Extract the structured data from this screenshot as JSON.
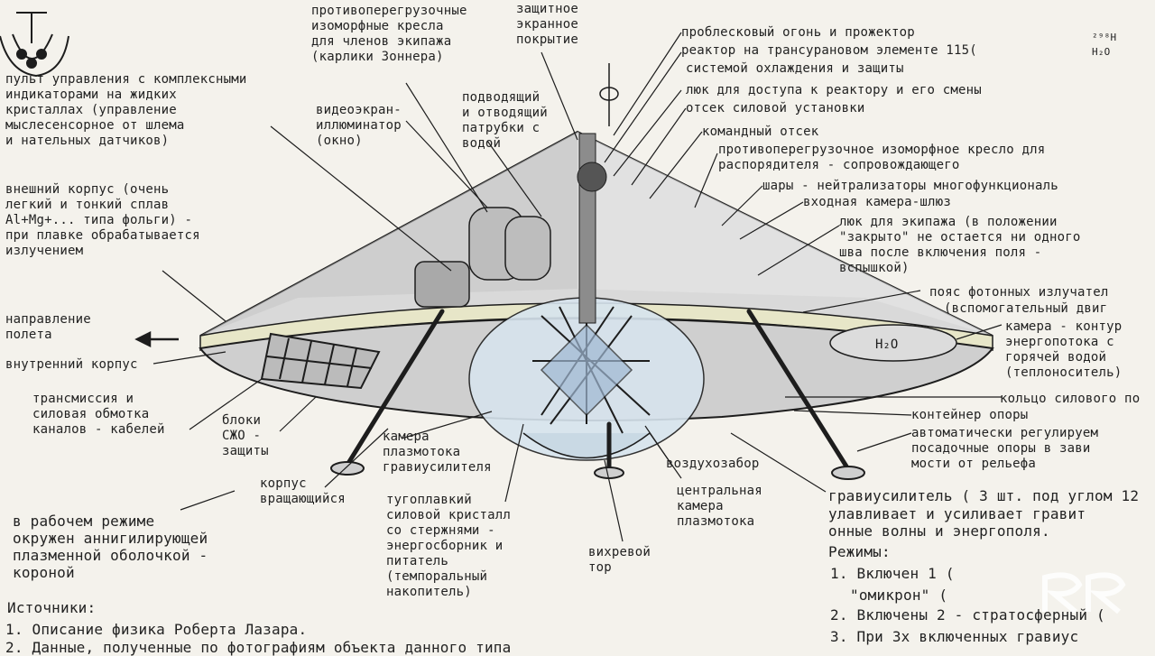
{
  "diagram": {
    "labels": {
      "seats_crew": "противоперегрузочные\nизоморфные кресла\nдля членов экипажа\n(карлики Зоннера)",
      "protective_screen": "защитное\nэкранное\nпокрытие",
      "beacon": "проблесковый огонь и прожектор",
      "reactor": "реактор на трансурановом элементе 115(",
      "reactor_system": "системой охлаждения и защиты",
      "reactor_hatch": "люк для доступа к реактору и его смены",
      "power_bay": "отсек силовой установки",
      "command_bay": "командный отсек",
      "commander_seat": "противоперегрузочное изоморфное кресло для\nраспорядителя - сопровождающего",
      "neutralizer_balls": "шары - нейтрализаторы многофункциональ",
      "airlock": "входная камера-шлюз",
      "crew_hatch": "люк для экипажа (в положении\n\"закрыто\" не остается ни одного\nшва после включения поля -\nвспышкой)",
      "photon_belt": "пояс фотонных излучател",
      "aux_engine": "(вспомогательный двиг",
      "energy_contour": "камера - контур\nэнергопотока с\nгорячей водой\n(теплоноситель)",
      "power_ring": "кольцо силового по",
      "support_container": "контейнер опоры",
      "auto_supports": "автоматически регулируем\nпосадочные опоры в зави\nмости от рельефа",
      "control_panel": "пульт управления с комплексными\nиндикаторами на жидких\nкристаллах (управление\nмыслесенсорное от шлема\nи нательных датчиков)",
      "video_screen": "видеоэкран-\nиллюминатор\n(окно)",
      "water_pipes": "подводящий\nи отводящий\nпатрубки с\nводой",
      "outer_hull": "внешний корпус (очень\nлегкий и тонкий сплав\nAl+Mg+... типа фольги) -\nпри плавке обрабатывается\nизлучением",
      "flight_direction": "направление\nполета",
      "inner_hull": "внутренний корпус",
      "transmission": "трансмиссия и\nсиловая обмотка\nканалов - кабелей",
      "sjo_blocks": "блоки\nСЖО -\nзащиты",
      "plasma_chamber": "камера\nплазмотока\nгравиусилителя",
      "rotating_hull": "корпус\nвращающийся",
      "air_intake": "воздухозабор",
      "central_chamber": "центральная\nкамера\nплазмотока",
      "crystal": "тугоплавкий\nсиловой кристалл\nсо стержнями -\nэнергосборник и\nпитатель\n(темпоральный\nнакопитель)",
      "vortex_torus": "вихревой\nтор",
      "graviamp": "гравиусилитель ( 3 шт. под углом 12",
      "graviamp_2": "улавливает и усиливает гравит\nонные волны и энергополя.",
      "modes_title": "Режимы:",
      "mode_1": "1. Включен 1 (",
      "mode_1b": "\"омикрон\" (",
      "mode_2": "2. Включены 2 - стратосферный (",
      "mode_3": "3. При 3х включенных гравиус",
      "working_mode": "в рабочем режиме\nокружен аннигилирующей\nплазменной оболочкой -\nкороной",
      "sources_title": "Источники:",
      "source_1": "1. Описание физика Роберта Лазара.",
      "source_2": "2. Данные, полученные по фотографиям объекта данного типа",
      "water_mark": "H₂O",
      "reactor_formula_top": "²⁹⁸H",
      "reactor_formula_bottom": "H₂O"
    }
  },
  "colors": {
    "paper": "#f4f2ec",
    "ink": "#1d1d1d",
    "band": "#e7e6c8",
    "shadow": "#b7b7b7",
    "dome": "#d7e4ee"
  }
}
